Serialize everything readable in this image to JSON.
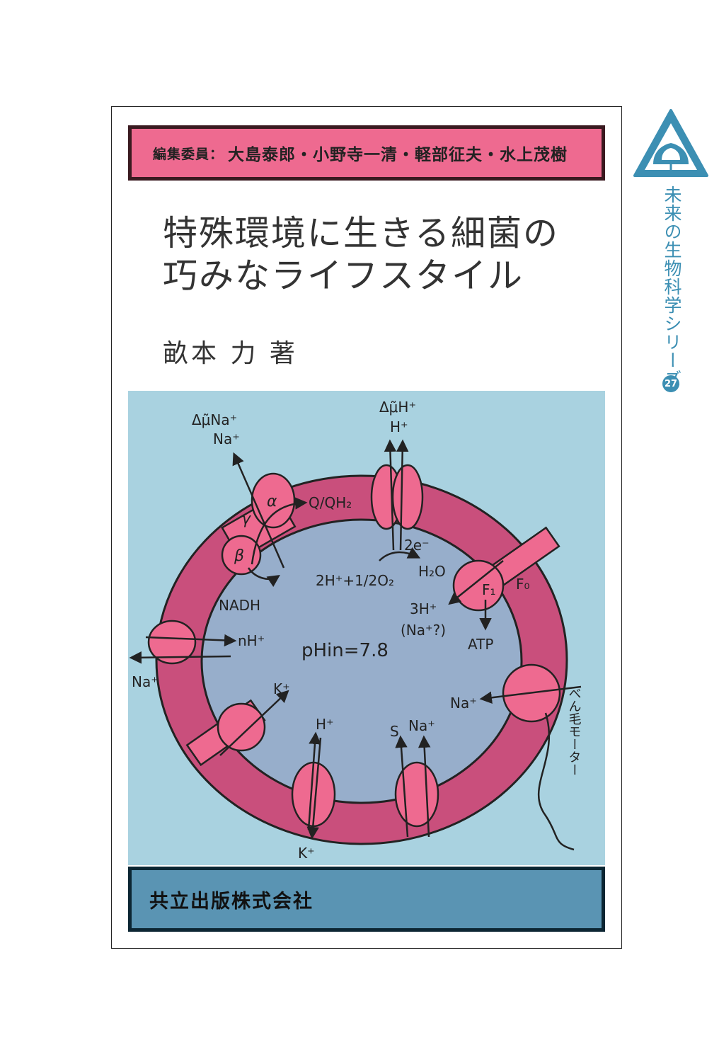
{
  "editors": {
    "label": "編集委員：",
    "names": "大島泰郎・小野寺一清・軽部征夫・水上茂樹"
  },
  "title": {
    "line1": "特殊環境に生きる細菌の",
    "line2": "巧みなライフスタイル"
  },
  "author": "畝本 力 著",
  "series": {
    "name": "未来の生物科学シリーズ",
    "number": "27"
  },
  "publisher": "共立出版株式会社",
  "diagram": {
    "labels": {
      "delta_na": "Δμ̃Na⁺",
      "na_out": "Na⁺",
      "delta_h": "Δμ̃H⁺",
      "h_out": "H⁺",
      "alpha": "α",
      "gamma": "γ",
      "beta": "β",
      "quinone": "Q/QH₂",
      "two_e": "2e⁻",
      "nadh": "NADH",
      "reaction": "2H⁺+1/2O₂",
      "water": "H₂O",
      "f1": "F₁",
      "fo": "F₀",
      "three_h": "3H⁺",
      "na_q": "(Na⁺?)",
      "atp": "ATP",
      "nh": "nH⁺",
      "na_left": "Na⁺",
      "ph_in": "pHin=7.8",
      "k_upper": "K⁺",
      "h_bottom": "H⁺",
      "s": "S",
      "na_bottom": "Na⁺",
      "k_lower": "K⁺",
      "na_right": "Na⁺",
      "flagellar_motor": "べん毛モーター"
    }
  },
  "colors": {
    "pink": "#ee6a90",
    "membrane": "#c94f7c",
    "cytoplasm": "#97aecb",
    "background": "#a9d2e0",
    "publisher_bar": "#5a94b3",
    "series_blue": "#3c8fb3"
  }
}
